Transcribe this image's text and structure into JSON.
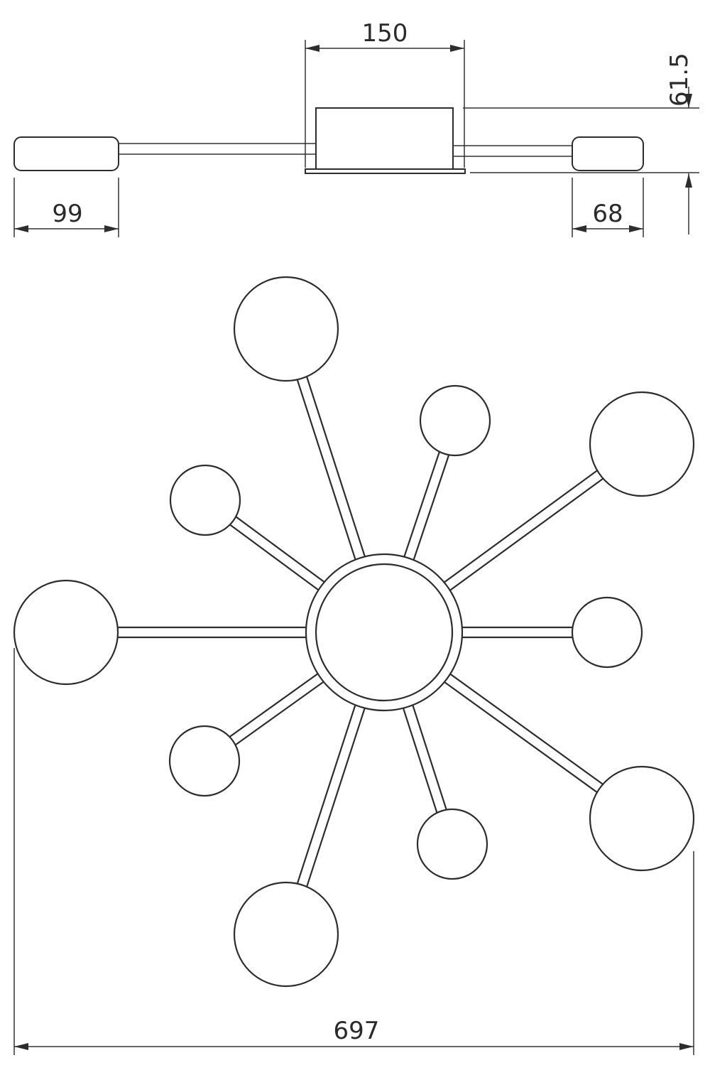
{
  "dimensions": {
    "top_width": "150",
    "height": "61.5",
    "left_shade": "99",
    "right_shade": "68",
    "overall_width": "697"
  },
  "colors": {
    "line": "#2d2d2d",
    "background": "#ffffff"
  }
}
